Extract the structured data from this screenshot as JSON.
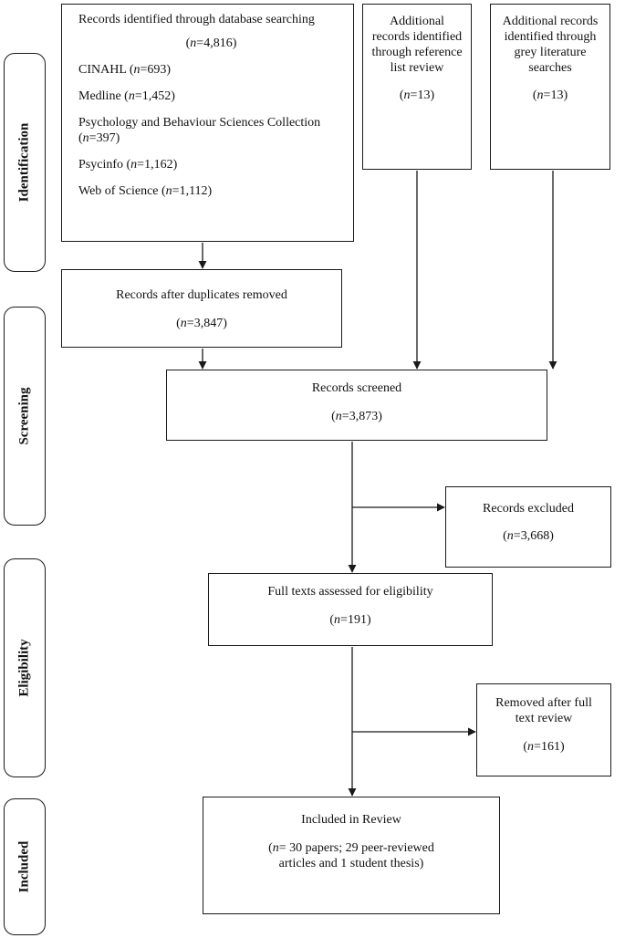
{
  "stages": {
    "identification": "Identification",
    "screening": "Screening",
    "eligibility": "Eligibility",
    "included": "Included"
  },
  "database_search": {
    "title": "Records identified through database searching",
    "n_prefix": "n",
    "n_value": "=4,816",
    "sources": [
      {
        "name": "CINAHL (",
        "n": "n",
        "value": "=693)"
      },
      {
        "name": "Medline (",
        "n": "n",
        "value": "=1,452)"
      },
      {
        "name": "Psychology and Behaviour Sciences Collection (",
        "n": "n",
        "value": "=397)"
      },
      {
        "name": "Psycinfo (",
        "n": "n",
        "value": "=1,162)"
      },
      {
        "name": "Web of Science (",
        "n": "n",
        "value": "=1,112)"
      }
    ]
  },
  "reference_list": {
    "title": "Additional records identified through reference list review",
    "n": "n",
    "value": "=13)"
  },
  "grey_literature": {
    "title": "Additional records identified through grey literature searches",
    "n": "n",
    "value": "=13)"
  },
  "duplicates_removed": {
    "title": "Records after duplicates removed",
    "n": "n",
    "value": "=3,847)"
  },
  "screened": {
    "title": "Records screened",
    "n": "n",
    "value": "=3,873)"
  },
  "excluded": {
    "title": "Records excluded",
    "n": "n",
    "value": "=3,668)"
  },
  "full_text": {
    "title": "Full texts assessed for eligibility",
    "n": "n",
    "value": "=191)"
  },
  "removed": {
    "title": "Removed after full text review",
    "n": "n",
    "value": "=161)"
  },
  "included": {
    "title": "Included in Review",
    "n": "n",
    "detail": "= 30 papers; 29 peer-reviewed articles and 1 student thesis)"
  }
}
